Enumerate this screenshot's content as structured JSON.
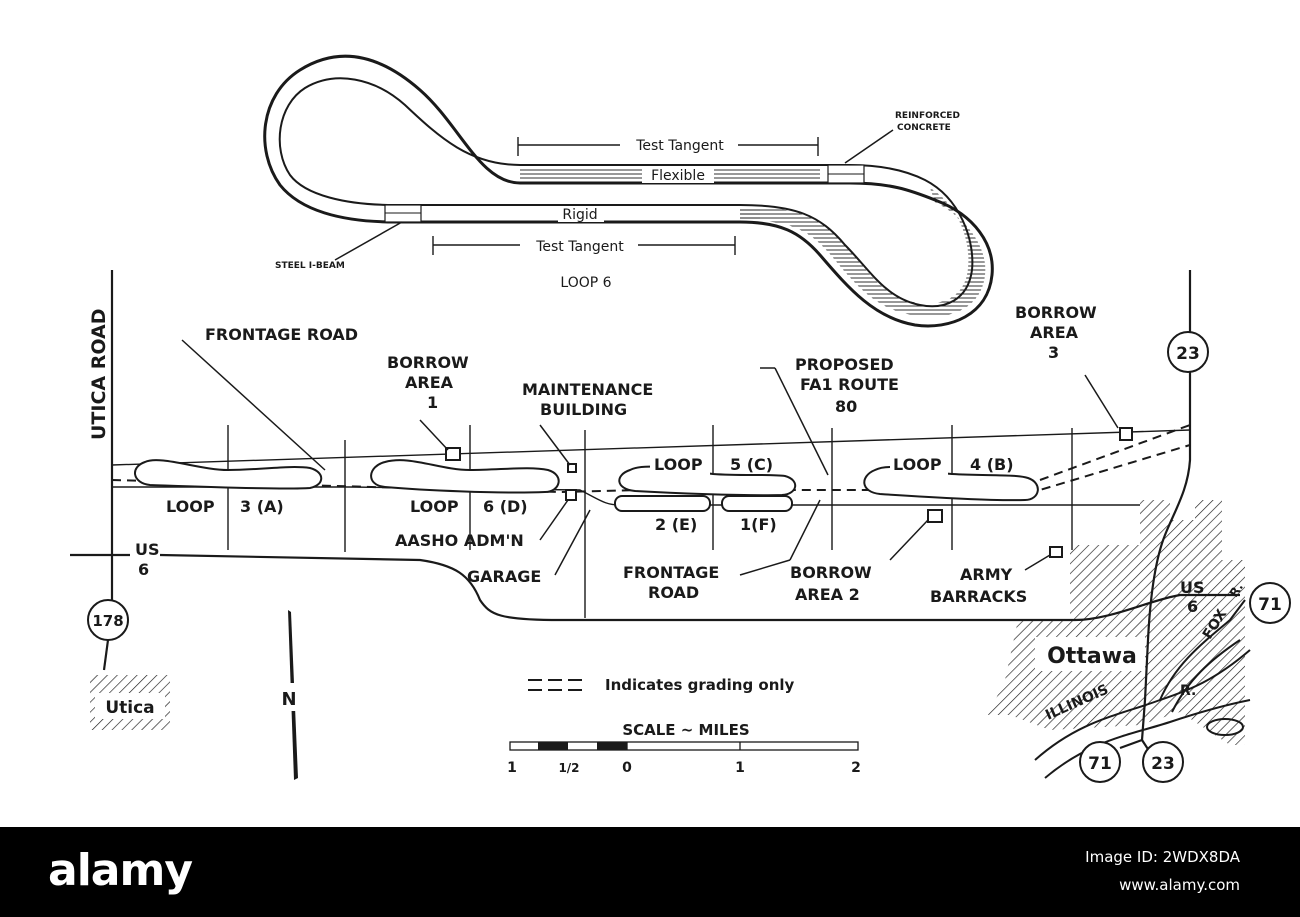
{
  "loop6_detail": {
    "test_tangent_top": "Test Tangent",
    "flexible": "Flexible",
    "rigid": "Rigid",
    "test_tangent_bottom": "Test Tangent",
    "reinforced_concrete_1": "REINFORCED",
    "reinforced_concrete_2": "CONCRETE",
    "steel_i_beam": "STEEL I-BEAM",
    "loop6_title": "LOOP 6"
  },
  "labels": {
    "utica_road": "UTICA ROAD",
    "frontage_road_top": "FRONTAGE ROAD",
    "borrow_area_1_a": "BORROW",
    "borrow_area_1_b": "AREA",
    "borrow_area_1_c": "1",
    "maintenance_a": "MAINTENANCE",
    "maintenance_b": "BUILDING",
    "proposed_a": "PROPOSED",
    "proposed_b": "FA1 ROUTE",
    "proposed_c": "80",
    "borrow_area_3_a": "BORROW",
    "borrow_area_3_b": "AREA",
    "borrow_area_3_c": "3",
    "loop_3_a": "LOOP",
    "loop_3_b": "3 (A)",
    "loop_6_a": "LOOP",
    "loop_6_b": "6 (D)",
    "loop_5_a": "LOOP",
    "loop_5_b": "5 (C)",
    "loop_4_a": "LOOP",
    "loop_4_b": "4 (B)",
    "loop_2": "2 (E)",
    "loop_1": "1(F)",
    "aasho_adm": "AASHO  ADM'N",
    "garage": "GARAGE",
    "frontage_road_bottom_a": "FRONTAGE",
    "frontage_road_bottom_b": "ROAD",
    "borrow_area_2_a": "BORROW",
    "borrow_area_2_b": "AREA 2",
    "army_a": "ARMY",
    "army_b": "BARRACKS",
    "us6_left_a": "US",
    "us6_left_b": "6",
    "us6_right_a": "US",
    "us6_right_b": "6",
    "route_178": "178",
    "route_23_top": "23",
    "route_71_right": "71",
    "route_71_bottom": "71",
    "route_23_bottom": "23",
    "utica": "Utica",
    "ottawa": "Ottawa",
    "illinois": "ILLINOIS",
    "fox": "FOX",
    "river_r1": "R.",
    "river_r2": "R.",
    "north": "N",
    "legend_grading": "Indicates grading only",
    "scale_title": "SCALE ~ MILES",
    "scale_1_left": "1",
    "scale_half": "1/2",
    "scale_0": "0",
    "scale_1": "1",
    "scale_2": "2"
  },
  "footer": {
    "logo": "alamy",
    "image_id": "Image ID: 2WDX8DA",
    "site": "www.alamy.com"
  },
  "colors": {
    "ink": "#1a1a1a",
    "paper": "#ffffff",
    "footer_bg": "#000000"
  }
}
